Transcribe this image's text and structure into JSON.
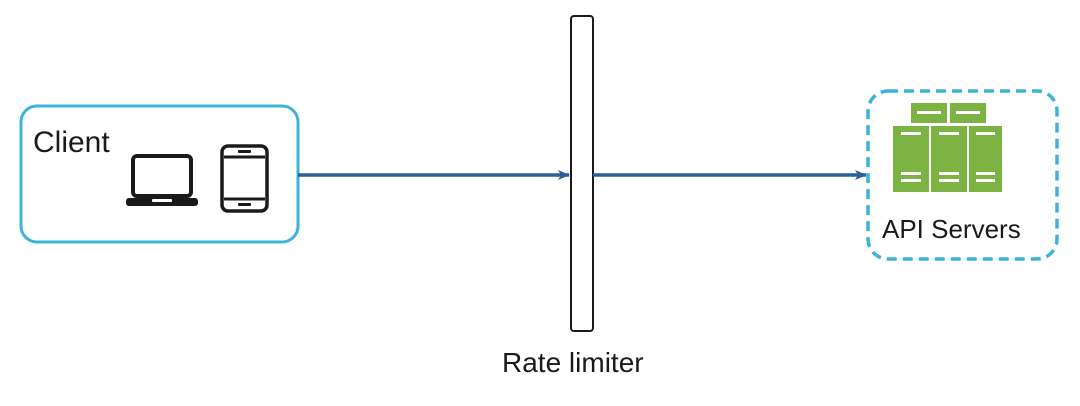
{
  "client": {
    "label": "Client",
    "icons": [
      "laptop-icon",
      "phone-icon"
    ],
    "border_color": "#3cb4d8"
  },
  "rate_limiter": {
    "label": "Rate limiter"
  },
  "api_servers": {
    "label": "API Servers",
    "icon": "server-rack-icon",
    "icon_color": "#7cb342",
    "border_color": "#3cb4d8",
    "border_style": "dashed"
  },
  "arrows": {
    "color": "#2d5e9c"
  }
}
